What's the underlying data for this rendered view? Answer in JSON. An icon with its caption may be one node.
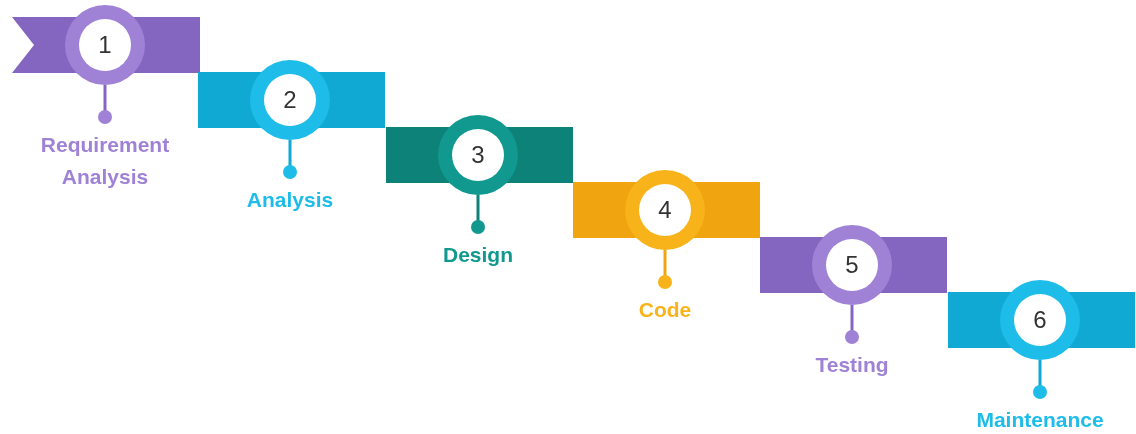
{
  "diagram": {
    "nodes": [
      {
        "text": [
          "1"
        ],
        "beside": [
          "Requirement Analysis"
        ]
      },
      {
        "text": [
          "2"
        ],
        "beside": [
          "Analysis"
        ]
      },
      {
        "text": [
          "3"
        ],
        "beside": [
          "Design"
        ]
      },
      {
        "text": [
          "4"
        ],
        "beside": [
          "Code"
        ]
      },
      {
        "text": [
          "5"
        ],
        "beside": [
          "Testing"
        ]
      },
      {
        "text": [
          "6"
        ],
        "beside": [
          "Maintenance"
        ]
      }
    ]
  }
}
